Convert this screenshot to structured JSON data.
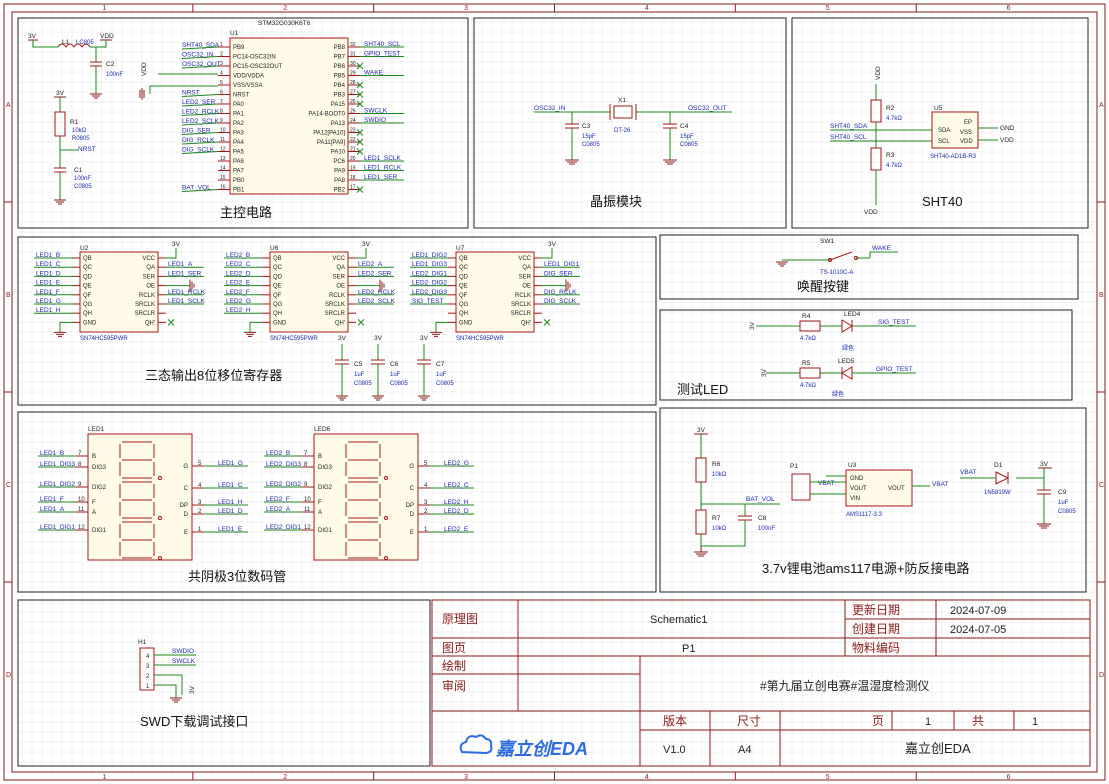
{
  "frame": {
    "col_labels": [
      "1",
      "2",
      "3",
      "4",
      "5",
      "6"
    ],
    "row_labels": [
      "A",
      "B",
      "C",
      "D"
    ]
  },
  "panels": {
    "main": "主控电路",
    "crystal": "晶振模块",
    "sht40": "SHT40",
    "shift": "三态输出8位移位寄存器",
    "wake": "唤醒按键",
    "testled": "测试LED",
    "seg": "共阴极3位数码管",
    "power": "3.7v锂电池ams117电源+防反接电路",
    "swd": "SWD下载调试接口"
  },
  "mcu": {
    "ref": "U1",
    "part": "STM32G030K6T6",
    "left_pins": [
      {
        "num": "1",
        "name": "PB9",
        "net": "SHT40_SDA"
      },
      {
        "num": "2",
        "name": "PC14-OSC32IN",
        "net": "OSC32_IN"
      },
      {
        "num": "3",
        "name": "PC15-OSC32OUT",
        "net": "OSC32_OUT"
      },
      {
        "num": "4",
        "name": "VDD/VDDA",
        "net": ""
      },
      {
        "num": "5",
        "name": "VSS/VSSA",
        "net": ""
      },
      {
        "num": "6",
        "name": "NRST",
        "net": "NRST"
      },
      {
        "num": "7",
        "name": "PA0",
        "net": "LED2_SER"
      },
      {
        "num": "8",
        "name": "PA1",
        "net": "LED2_RCLK"
      },
      {
        "num": "9",
        "name": "PA2",
        "net": "LED2_SCLK"
      },
      {
        "num": "10",
        "name": "PA3",
        "net": "DIG_SER"
      },
      {
        "num": "11",
        "name": "PA4",
        "net": "DIG_RCLK"
      },
      {
        "num": "12",
        "name": "PA5",
        "net": "DIG_SCLK"
      },
      {
        "num": "13",
        "name": "PA6",
        "net": ""
      },
      {
        "num": "14",
        "name": "PA7",
        "net": ""
      },
      {
        "num": "15",
        "name": "PB0",
        "net": ""
      },
      {
        "num": "16",
        "name": "PB1",
        "net": "BAT_VOL"
      }
    ],
    "right_pins": [
      {
        "num": "32",
        "name": "PB8",
        "net": "SHT40_SCL"
      },
      {
        "num": "31",
        "name": "PB7",
        "net": "GPIO_TEST"
      },
      {
        "num": "30",
        "name": "PB6",
        "net": ""
      },
      {
        "num": "29",
        "name": "PB5",
        "net": "WAKE"
      },
      {
        "num": "28",
        "name": "PB4",
        "net": ""
      },
      {
        "num": "27",
        "name": "PB3",
        "net": ""
      },
      {
        "num": "26",
        "name": "PA15",
        "net": ""
      },
      {
        "num": "25",
        "name": "PA14-BOOT0",
        "net": "SWCLK"
      },
      {
        "num": "24",
        "name": "PA13",
        "net": "SWDIO"
      },
      {
        "num": "23",
        "name": "PA12[PA10]",
        "net": ""
      },
      {
        "num": "22",
        "name": "PA11[PA9]",
        "net": ""
      },
      {
        "num": "21",
        "name": "PA10",
        "net": ""
      },
      {
        "num": "20",
        "name": "PC6",
        "net": "LED1_SCLK"
      },
      {
        "num": "19",
        "name": "PA9",
        "net": "LED1_RCLK"
      },
      {
        "num": "18",
        "name": "PA8",
        "net": "LED1_SER"
      },
      {
        "num": "17",
        "name": "PB2",
        "net": ""
      }
    ]
  },
  "main_misc": {
    "v3": "3V",
    "vdd": "VDD",
    "l1": "L1",
    "l1v": "LC805",
    "c2": "C2",
    "c2v": "100nF",
    "r1": "R1",
    "r1v": "10kΩ",
    "r1p": "R0805",
    "nrst": "NRST",
    "c1": "C1",
    "c1v": "100nF",
    "c1p": "C0805"
  },
  "crystal": {
    "x1": "X1",
    "x1v": "DT-26",
    "in": "OSC32_IN",
    "out": "OSC32_OUT",
    "c3": "C3",
    "c3v": "15pF",
    "c3p": "C0805",
    "c4": "C4",
    "c4v": "15pF",
    "c4p": "C0805"
  },
  "sht": {
    "ref": "U5",
    "part": "SHT40-AD1B-R3",
    "r2": "R2",
    "r2v": "4.7kΩ",
    "r3": "R3",
    "r3v": "4.7kΩ",
    "vdd": "VDD",
    "sda": "SHT40_SDA",
    "scl": "SHT40_SCL",
    "pins_l": [
      "SDA",
      "SCL"
    ],
    "pins_r": [
      "EP",
      "VSS",
      "VDD"
    ],
    "gnd": "GND"
  },
  "shift": {
    "chips": [
      {
        "ref": "U2",
        "part": "SN74HC595PWR",
        "in": [
          "LED1_B",
          "LED1_C",
          "LED1_D",
          "LED1_E",
          "LED1_F",
          "LED1_G",
          "LED1_H"
        ],
        "rnet": [
          "LED1_A",
          "LED1_SER",
          "LED1_RCLK",
          "LED1_SCLK"
        ]
      },
      {
        "ref": "U6",
        "part": "SN74HC595PWR",
        "in": [
          "LED2_B",
          "LED2_C",
          "LED2_D",
          "LED2_E",
          "LED2_F",
          "LED2_G",
          "LED2_H"
        ],
        "rnet": [
          "LED2_A",
          "LED2_SER",
          "LED2_RCLK",
          "LED2_SCLK"
        ]
      },
      {
        "ref": "U7",
        "part": "SN74HC595PWR",
        "in": [
          "LED1_DIG2",
          "LED1_DIG3",
          "LED2_DIG1",
          "LED2_DIG2",
          "LED2_DIG3",
          "SIG_TEST"
        ],
        "rnet": [
          "LED1_DIG1",
          "DIG_SER",
          "DIG_RCLK",
          "DIG_SCLK"
        ]
      }
    ],
    "lpins": [
      "QB",
      "QC",
      "QD",
      "QE",
      "QF",
      "QG",
      "QH",
      "GND"
    ],
    "rpins": [
      "VCC",
      "QA",
      "SER",
      "OE",
      "RCLK",
      "SRCLK",
      "SRCLR",
      "QH'"
    ],
    "caps": [
      {
        "ref": "C5",
        "val": "1uF",
        "pkg": "C0805"
      },
      {
        "ref": "C6",
        "val": "1uF",
        "pkg": "C0805"
      },
      {
        "ref": "C7",
        "val": "1uF",
        "pkg": "C0805"
      }
    ],
    "v3": "3V",
    "gnd": "GND"
  },
  "wake": {
    "ref": "SW1",
    "part": "TS-1010C-A",
    "net": "WAKE"
  },
  "testled": {
    "r4": "R4",
    "r4v": "4.7kΩ",
    "led4": "LED4",
    "led4c": "绿色",
    "r5": "R5",
    "r5v": "4.7kΩ",
    "led5": "LED5",
    "led5c": "绿色",
    "net1": "SIG_TEST",
    "net2": "GPIO_TEST",
    "v3": "3V"
  },
  "seg": {
    "displays": [
      {
        "ref": "LED1",
        "left": [
          "LED1_B",
          "LED1_DIG3",
          "LED1_DIG2",
          "LED1_F",
          "LED1_A",
          "LED1_DIG1"
        ],
        "right": [
          "LED1_G",
          "LED1_C",
          "LED1_H",
          "LED1_D",
          "LED1_E"
        ]
      },
      {
        "ref": "LED6",
        "left": [
          "LED2_B",
          "LED2_DIG3",
          "LED2_DIG2",
          "LED2_F",
          "LED2_A",
          "LED2_DIG1"
        ],
        "right": [
          "LED2_G",
          "LED2_C",
          "LED2_H",
          "LED2_D",
          "LED2_E"
        ]
      }
    ],
    "lpins": [
      "B",
      "DIG3",
      "DIG2",
      "F",
      "A",
      "DIG1"
    ],
    "lnums": [
      "7",
      "8",
      "9",
      "10",
      "11",
      "12"
    ],
    "rpins": [
      "G",
      "C",
      "DP",
      "D",
      "E"
    ],
    "rnums": [
      "5",
      "4",
      "3",
      "2",
      "1"
    ]
  },
  "power": {
    "r6": "R6",
    "r6v": "10kΩ",
    "r7": "R7",
    "r7v": "10kΩ",
    "c8": "C8",
    "c8v": "100nF",
    "bat_vol": "BAT_VOL",
    "p1": "P1",
    "vbat": "VBAT",
    "u3": "U3",
    "u3p": "AMS1117-3.3",
    "u3pins": [
      "GND",
      "VOUT",
      "VIN"
    ],
    "vout": "VOUT",
    "d1": "D1",
    "d1p": "1N5819W",
    "c9": "C9",
    "c9v": "1uF",
    "c9p": "C0805",
    "v3": "3V"
  },
  "swd": {
    "ref": "H1",
    "nets": [
      "SWDIO",
      "SWCLK"
    ],
    "v3": "3V",
    "pins": [
      "4",
      "3",
      "2",
      "1"
    ]
  },
  "titleblock": {
    "k_schematic": "原理图",
    "v_schematic": "Schematic1",
    "k_update": "更新日期",
    "v_update": "2024-07-09",
    "k_create": "创建日期",
    "v_create": "2024-07-05",
    "k_page": "图页",
    "v_page": "P1",
    "k_part": "物料编码",
    "k_draw": "绘制",
    "k_review": "审阅",
    "project": "#第九届立创电赛#温湿度检测仪",
    "k_version": "版本",
    "k_size": "尺寸",
    "k_pg": "页",
    "v_pg": "1",
    "k_total": "共",
    "v_total": "1",
    "v_version": "V1.0",
    "v_size": "A4",
    "company": "嘉立创EDA",
    "logo": "嘉立创EDA"
  }
}
